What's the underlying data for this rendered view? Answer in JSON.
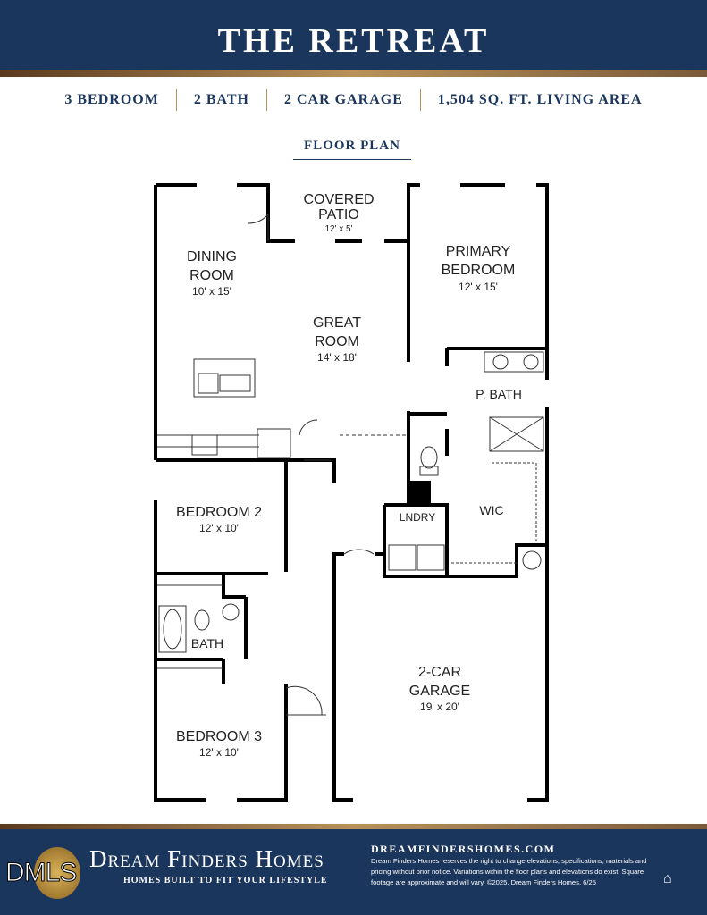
{
  "header": {
    "title": "THE RETREAT"
  },
  "specs": [
    "3 BEDROOM",
    "2 BATH",
    "2 CAR GARAGE",
    "1,504 SQ. FT. LIVING AREA"
  ],
  "section_title": "FLOOR PLAN",
  "rooms": {
    "patio": {
      "name1": "COVERED",
      "name2": "PATIO",
      "dim": "12' x 5'"
    },
    "dining": {
      "name1": "DINING",
      "name2": "ROOM",
      "dim": "10' x 15'"
    },
    "great": {
      "name1": "GREAT",
      "name2": "ROOM",
      "dim": "14' x 18'"
    },
    "primary": {
      "name1": "PRIMARY",
      "name2": "BEDROOM",
      "dim": "12' x 15'"
    },
    "pbath": {
      "name": "P. BATH"
    },
    "wic": {
      "name": "WIC"
    },
    "laundry": {
      "name": "LNDRY"
    },
    "bed2": {
      "name": "BEDROOM 2",
      "dim": "12' x 10'"
    },
    "bath": {
      "name": "BATH"
    },
    "bed3": {
      "name": "BEDROOM 3",
      "dim": "12' x 10'"
    },
    "garage": {
      "name1": "2-CAR",
      "name2": "GARAGE",
      "dim": "19' x 20'"
    }
  },
  "footer": {
    "watermark": "DMLS",
    "brand": "Dream Finders Homes",
    "tagline": "HOMES BUILT TO FIT YOUR LIFESTYLE",
    "url": "DREAMFINDERSHOMES.COM",
    "disclaimer": "Dream Finders Homes reserves the right to change elevations, specifications, materials and pricing without prior notice. Variations within the floor plans and elevations do exist. Square footage are approximate and will vary. ©2025. Dream Finders Homes. 6/25",
    "icon": "equal-housing-icon"
  },
  "colors": {
    "navy": "#1b365d",
    "gold": "#b8925a"
  }
}
